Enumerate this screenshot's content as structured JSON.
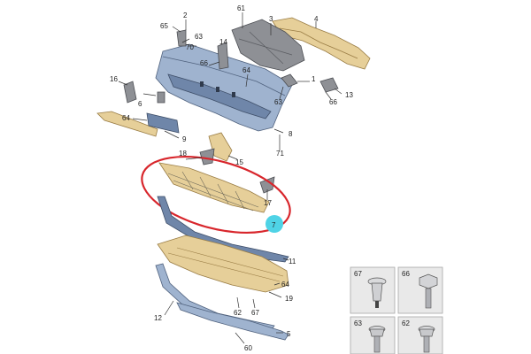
{
  "callouts": {
    "c1": "1",
    "c2": "2",
    "c3": "3",
    "c4": "4",
    "c5": "5",
    "c6": "6",
    "c7": "7",
    "c8": "8",
    "c9": "9",
    "c11": "11",
    "c12": "12",
    "c13": "13",
    "c14": "14",
    "c15": "15",
    "c16": "16",
    "c17": "17",
    "c18": "18",
    "c19": "19",
    "c60": "60",
    "c61": "61",
    "c62": "62",
    "c63a": "63",
    "c63b": "63",
    "c64a": "64",
    "c64b": "64",
    "c64c": "64",
    "c65": "65",
    "c66a": "66",
    "c66b": "66",
    "c67": "67",
    "c70": "70",
    "c71": "71"
  },
  "fastener_panel": {
    "items": [
      {
        "label": "67"
      },
      {
        "label": "66"
      },
      {
        "label": "63"
      },
      {
        "label": "62"
      }
    ]
  },
  "highlight": {
    "color": "#d8262c",
    "badge_label": "7",
    "badge_color": "#4fd3e6"
  }
}
